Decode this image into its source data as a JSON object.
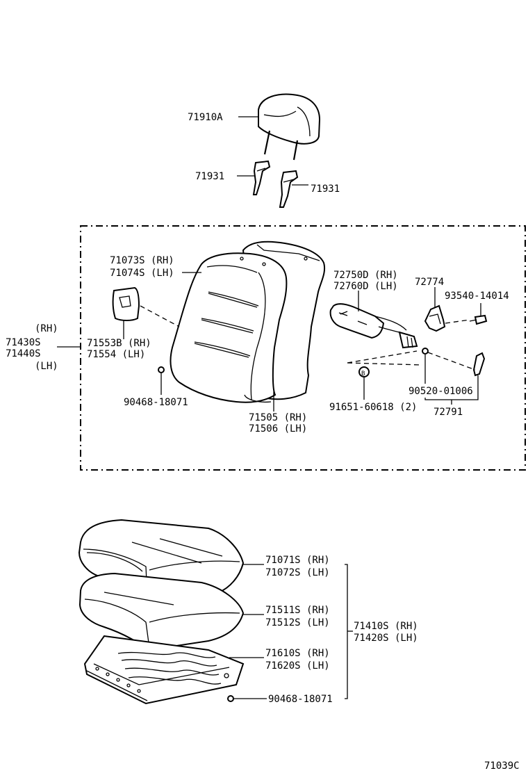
{
  "labels": {
    "headrest": "71910A",
    "support_left": "71931",
    "support_right": "71931",
    "back_cover_rh": "71073S (RH)",
    "back_cover_lh": "71074S (LH)",
    "back_assy_rh_tag": "(RH)",
    "back_assy_rh": "71430S",
    "back_assy_lh": "71440S",
    "back_assy_lh_tag": "(LH)",
    "cover_trim_rh": "71553B (RH)",
    "cover_trim_lh": "71554  (LH)",
    "clip_back": "90468-18071",
    "back_pad_rh": "71505 (RH)",
    "back_pad_lh": "71506 (LH)",
    "adjuster_rh": "72750D (RH)",
    "adjuster_lh": "72760D (LH)",
    "lever": "72774",
    "screw": "93540-14014",
    "ring": "90520-01006",
    "button": "91651-60618 (2)",
    "knob": "72791",
    "cushion_cover_rh": "71071S (RH)",
    "cushion_cover_lh": "71072S (LH)",
    "cushion_pad_rh": "71511S (RH)",
    "cushion_pad_lh": "71512S (LH)",
    "cushion_assy_rh": "71410S (RH)",
    "cushion_assy_lh": "71420S (LH)",
    "spring_rh": "71610S (RH)",
    "spring_lh": "71620S (LH)",
    "clip_cushion": "90468-18071",
    "figure_code": "71039C"
  }
}
